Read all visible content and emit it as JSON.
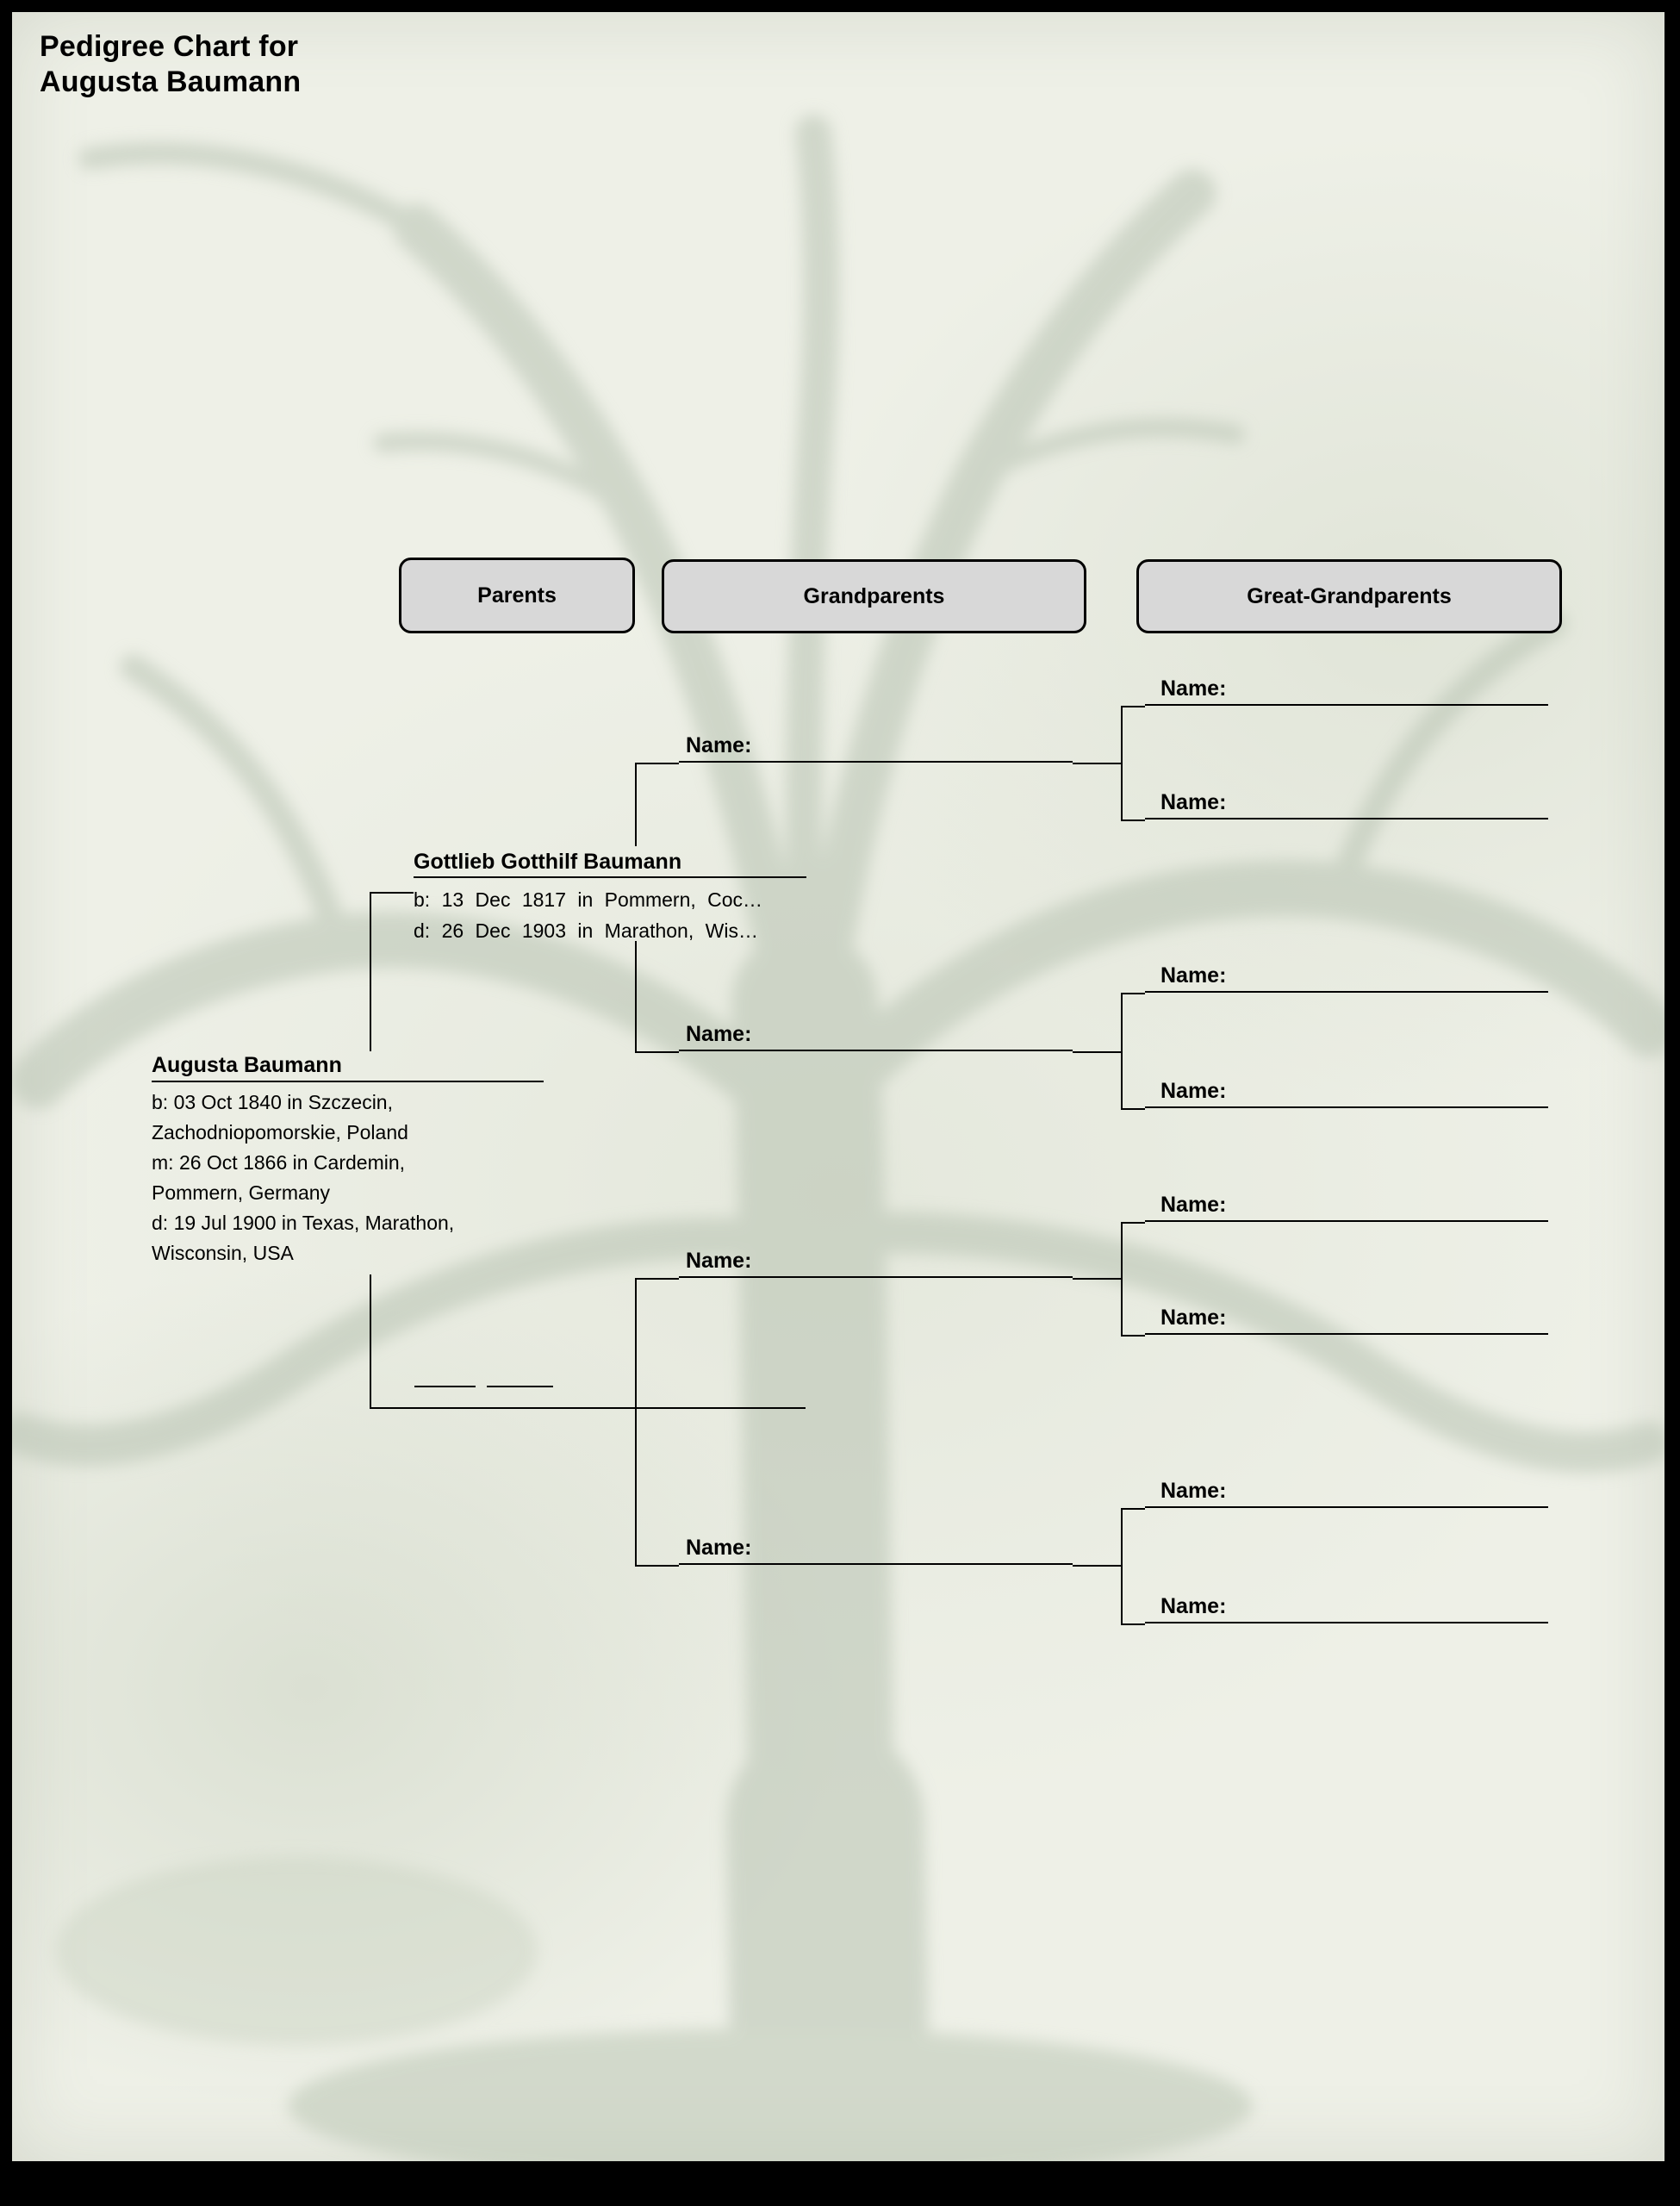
{
  "page": {
    "title_line1": "Pedigree Chart for",
    "title_line2": "Augusta Baumann"
  },
  "column_headers": {
    "parents": "Parents",
    "grandparents": "Grandparents",
    "great_grandparents": "Great-Grandparents"
  },
  "root_person": {
    "name": "Augusta Baumann",
    "detail_lines": [
      "b: 03 Oct 1840 in Szczecin,",
      "Zachodniopomorskie, Poland",
      "m: 26 Oct 1866 in Cardemin,",
      "Pommern, Germany",
      "d: 19 Jul 1900 in Texas, Marathon,",
      "Wisconsin, USA"
    ]
  },
  "father": {
    "name": "Gottlieb Gotthilf Baumann",
    "detail_lines": [
      "b: 13 Dec 1817 in Pommern, Coc…",
      "d: 26 Dec 1903 in Marathon, Wis…"
    ]
  },
  "mother": {
    "name": ""
  },
  "grandparent_slots": [
    {
      "label": "Name:",
      "value": ""
    },
    {
      "label": "Name:",
      "value": ""
    },
    {
      "label": "Name:",
      "value": ""
    },
    {
      "label": "Name:",
      "value": ""
    }
  ],
  "great_grandparent_slots": [
    {
      "label": "Name:",
      "value": ""
    },
    {
      "label": "Name:",
      "value": ""
    },
    {
      "label": "Name:",
      "value": ""
    },
    {
      "label": "Name:",
      "value": ""
    },
    {
      "label": "Name:",
      "value": ""
    },
    {
      "label": "Name:",
      "value": ""
    },
    {
      "label": "Name:",
      "value": ""
    },
    {
      "label": "Name:",
      "value": ""
    }
  ],
  "colors": {
    "paper": "#eef0e7",
    "header_fill": "#d8d8d8",
    "line": "#000000",
    "watermark": "#b8c3b2"
  }
}
